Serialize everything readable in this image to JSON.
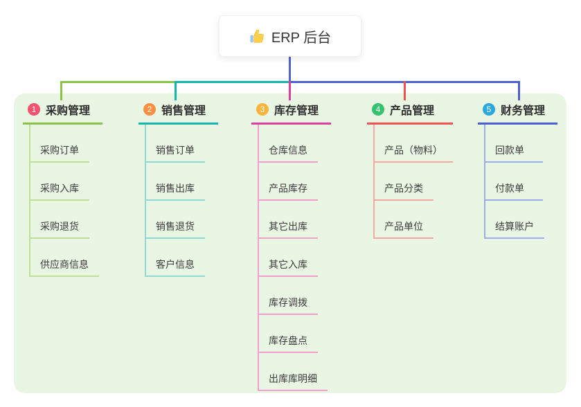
{
  "root": {
    "label": "ERP 后台",
    "icon": "thumbs-up-icon",
    "connector_color": "#5062d2",
    "box_bg": "#ffffff"
  },
  "canvas": {
    "bg": "#eaf6e4"
  },
  "branches": [
    {
      "index": "1",
      "label": "采购管理",
      "color": "#8bc34a",
      "light": "#bfdf99",
      "badge": "#f4536e",
      "children": [
        "采购订单",
        "采购入库",
        "采购退货",
        "供应商信息"
      ]
    },
    {
      "index": "2",
      "label": "销售管理",
      "color": "#13b5ac",
      "light": "#90d9d2",
      "badge": "#fd8f40",
      "children": [
        "销售订单",
        "销售出库",
        "销售退货",
        "客户信息"
      ]
    },
    {
      "index": "3",
      "label": "库存管理",
      "color": "#de3da0",
      "light": "#f29fd0",
      "badge": "#fbb33c",
      "children": [
        "仓库信息",
        "产品库存",
        "其它出库",
        "其它入库",
        "库存调拨",
        "库存盘点",
        "出库库明细"
      ]
    },
    {
      "index": "4",
      "label": "产品管理",
      "color": "#f0534f",
      "light": "#f6a8a5",
      "badge": "#34c371",
      "children": [
        "产品（物料）",
        "产品分类",
        "产品单位"
      ]
    },
    {
      "index": "5",
      "label": "财务管理",
      "color": "#4a5fd3",
      "light": "#9dabe8",
      "badge": "#2aa9de",
      "children": [
        "回款单",
        "付款单",
        "结算账户"
      ]
    }
  ]
}
